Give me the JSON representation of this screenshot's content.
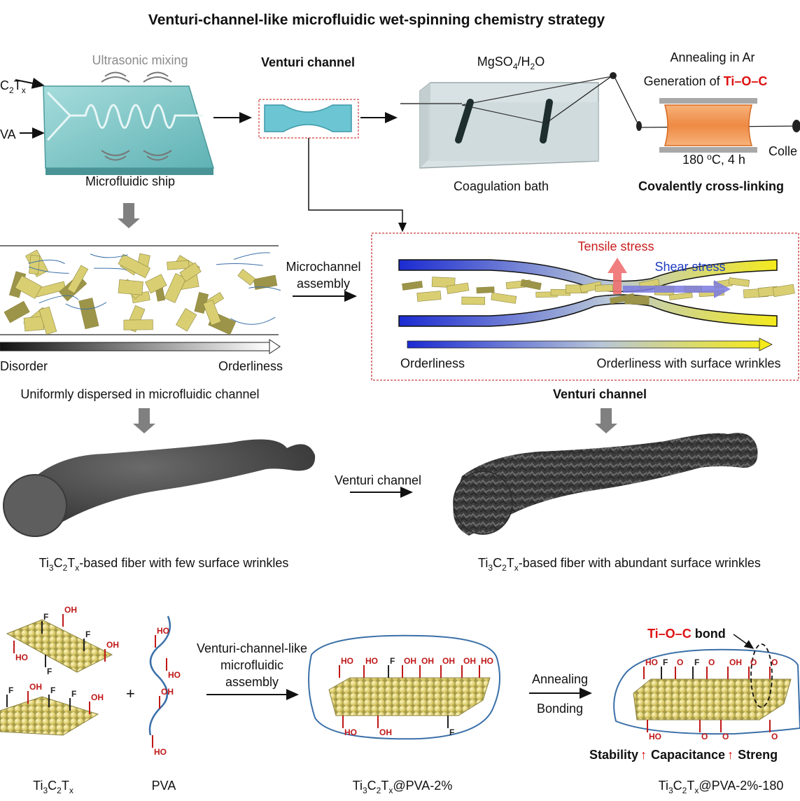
{
  "title": "Venturi-channel-like microfluidic wet-spinning chemistry strategy",
  "top_flow": {
    "input_mxene_prefix": "C",
    "input_mxene_sub2": "2",
    "input_mxene_T": "T",
    "input_mxene_subx": "x",
    "input_pva": "VA",
    "mixing_label": "Ultrasonic mixing",
    "chip_label": "Microfluidic ship",
    "venturi_label": "Venturi channel",
    "bath_formula_a": "MgSO",
    "bath_formula_sub4": "4",
    "bath_formula_b": "/H",
    "bath_formula_sub2": "2",
    "bath_formula_c": "O",
    "bath_label": "Coagulation bath",
    "anneal_label": "Annealing in Ar",
    "generation_prefix": "Generation of ",
    "generation_bond": "Ti–O–C",
    "temp_a": "180 ",
    "temp_sup": "o",
    "temp_b": "C, 4 h",
    "collect_label": "Colle",
    "crosslink_label": "Covalently cross-linking"
  },
  "middle": {
    "disorder": "Disorder",
    "orderliness": "Orderliness",
    "uniform_caption": "Uniformly dispersed in microfluidic channel",
    "micro_line1": "Microchannel",
    "micro_line2": "assembly",
    "tensile": "Tensile stress",
    "shear": "Shear stress",
    "order_left": "Orderliness",
    "order_right": "Orderliness with surface wrinkles",
    "venturi_caption": "Venturi channel"
  },
  "fibers": {
    "arrow_label": "Venturi channel",
    "left_a": "Ti",
    "left_s3": "3",
    "left_b": "C",
    "left_s2": "2",
    "left_c": "T",
    "left_sx": "x",
    "left_rest": "-based fiber with few surface wrinkles",
    "right_rest": "-based fiber with abundant surface wrinkles"
  },
  "bottom": {
    "assembly_l1": "Venturi-channel-like",
    "assembly_l2": "microfluidic",
    "assembly_l3": "assembly",
    "annealing": "Annealing",
    "bonding": "Bonding",
    "bond_a": "Ti–O–C",
    "bond_b": " bond",
    "plus": "+",
    "stability": "Stability",
    "capacitance": "Capacitance",
    "strength": "Streng",
    "up_arrow": "↑",
    "pva": "PVA",
    "comp1_suffix": "@PVA-2%",
    "comp2_suffix": "@PVA-2%-180",
    "oh": "OH",
    "ho": "HO",
    "f": "F",
    "o": "O"
  },
  "colors": {
    "flake": "#d9cf72",
    "flake_dark": "#9c9448",
    "fiber": "#4a4a4a",
    "chip": "#7fc4c4",
    "bond_red": "#dd1111",
    "shear_blue": "#1f3bbf",
    "polymer": "#3a6fa8"
  }
}
